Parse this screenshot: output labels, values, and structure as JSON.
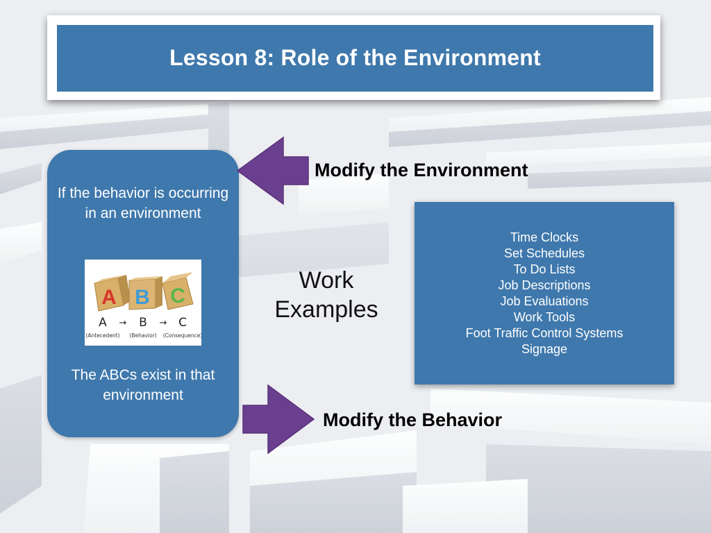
{
  "slide": {
    "title": "Lesson 8: Role of the Environment"
  },
  "left_panel": {
    "top_text": "If the behavior is occurring in an environment",
    "bottom_text": "The ABCs exist in that environment",
    "abc_image": {
      "blocks": [
        "A",
        "B",
        "C"
      ],
      "sequence": [
        "A",
        "→",
        "B",
        "→",
        "C"
      ],
      "captions": [
        "(Antecedent)",
        "(Behavior)",
        "(Consequence)"
      ]
    }
  },
  "arrows": {
    "environment_label": "Modify the Environment",
    "behavior_label": "Modify the Behavior",
    "color": "#6b3f8f"
  },
  "center": {
    "line1": "Work",
    "line2": "Examples"
  },
  "right_panel": {
    "items": [
      "Time Clocks",
      "Set Schedules",
      "To Do Lists",
      "Job Descriptions",
      "Job Evaluations",
      "Work Tools",
      "Foot Traffic Control Systems",
      "Signage"
    ]
  },
  "colors": {
    "panel_blue": "#3f78ac",
    "arrow_purple": "#6b3f8f"
  }
}
